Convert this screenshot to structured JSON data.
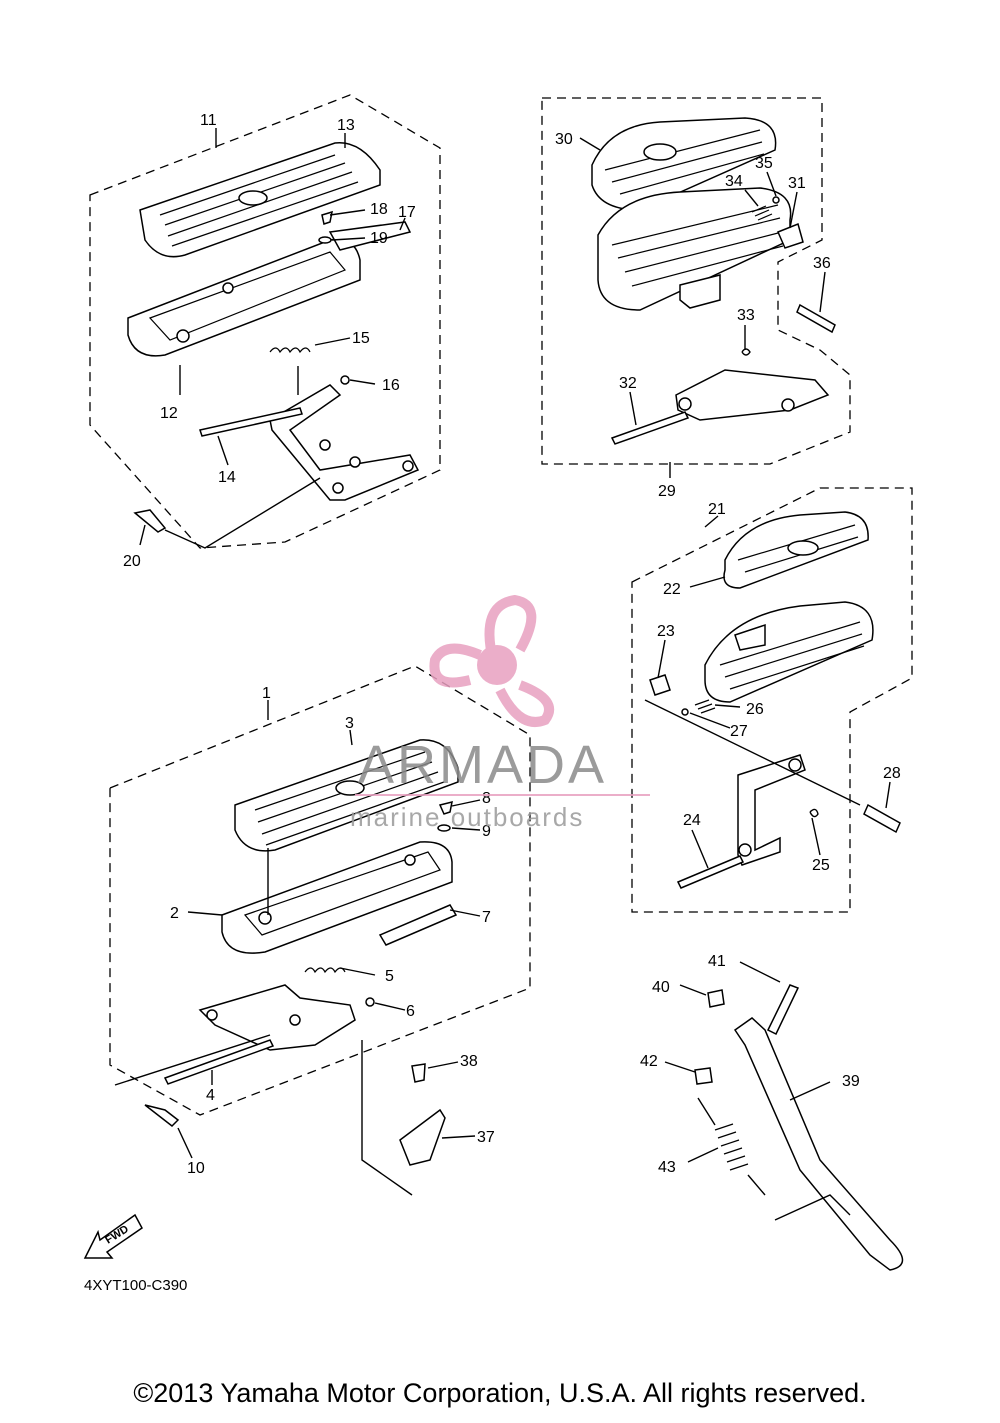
{
  "callouts": [
    {
      "id": "1",
      "label": "1"
    },
    {
      "id": "2",
      "label": "2"
    },
    {
      "id": "3",
      "label": "3"
    },
    {
      "id": "4",
      "label": "4"
    },
    {
      "id": "5",
      "label": "5"
    },
    {
      "id": "6",
      "label": "6"
    },
    {
      "id": "7",
      "label": "7"
    },
    {
      "id": "8",
      "label": "8"
    },
    {
      "id": "9",
      "label": "9"
    },
    {
      "id": "10",
      "label": "10"
    },
    {
      "id": "11",
      "label": "11"
    },
    {
      "id": "12",
      "label": "12"
    },
    {
      "id": "13",
      "label": "13"
    },
    {
      "id": "14",
      "label": "14"
    },
    {
      "id": "15",
      "label": "15"
    },
    {
      "id": "16",
      "label": "16"
    },
    {
      "id": "17",
      "label": "17"
    },
    {
      "id": "18",
      "label": "18"
    },
    {
      "id": "19",
      "label": "19"
    },
    {
      "id": "20",
      "label": "20"
    },
    {
      "id": "21",
      "label": "21"
    },
    {
      "id": "22",
      "label": "22"
    },
    {
      "id": "23",
      "label": "23"
    },
    {
      "id": "24",
      "label": "24"
    },
    {
      "id": "25",
      "label": "25"
    },
    {
      "id": "26",
      "label": "26"
    },
    {
      "id": "27",
      "label": "27"
    },
    {
      "id": "28",
      "label": "28"
    },
    {
      "id": "29",
      "label": "29"
    },
    {
      "id": "30",
      "label": "30"
    },
    {
      "id": "31",
      "label": "31"
    },
    {
      "id": "32",
      "label": "32"
    },
    {
      "id": "33",
      "label": "33"
    },
    {
      "id": "34",
      "label": "34"
    },
    {
      "id": "35",
      "label": "35"
    },
    {
      "id": "36",
      "label": "36"
    },
    {
      "id": "37",
      "label": "37"
    },
    {
      "id": "38",
      "label": "38"
    },
    {
      "id": "39",
      "label": "39"
    },
    {
      "id": "40",
      "label": "40"
    },
    {
      "id": "41",
      "label": "41"
    },
    {
      "id": "42",
      "label": "42"
    },
    {
      "id": "43",
      "label": "43"
    }
  ],
  "fwd_label": "FWD",
  "fwd_icon": "fwd-arrow-icon",
  "diagram_code": "4XYT100-C390",
  "watermark": {
    "title": "ARMADA",
    "subtitle": "marine outboards",
    "logo_icon": "propeller-logo-icon",
    "color": "#e8a0c0"
  },
  "copyright": "©2013 Yamaha Motor Corporation, U.S.A. All rights reserved."
}
